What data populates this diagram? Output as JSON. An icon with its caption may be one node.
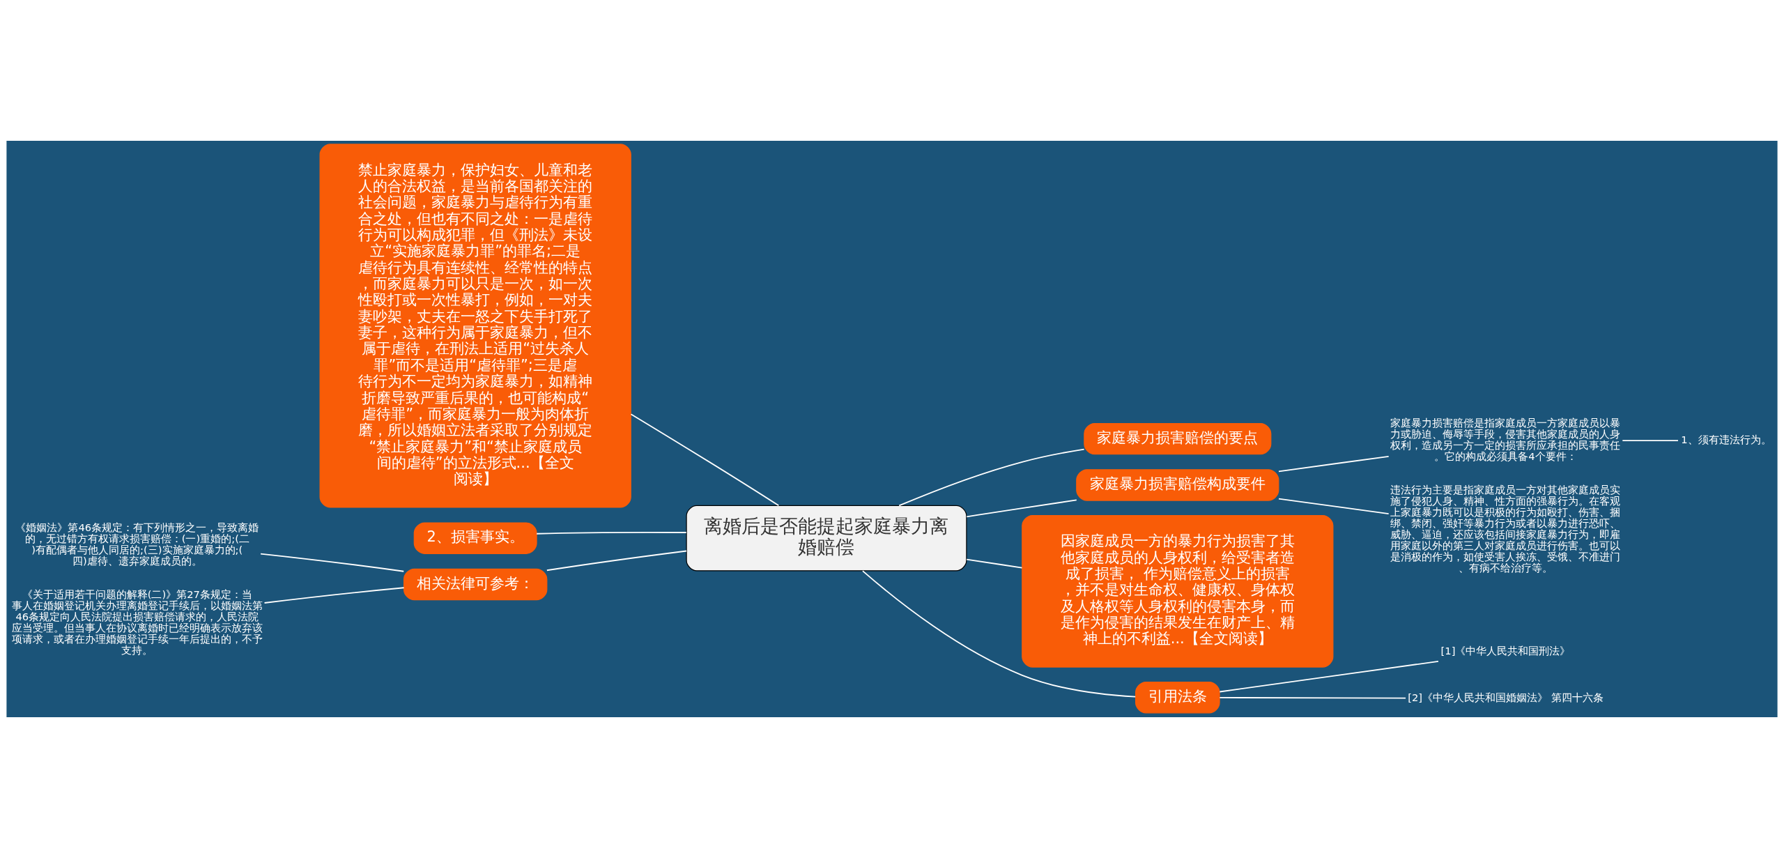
{
  "diagram": {
    "nodes": [
      {
        "text": [
          "离婚后是否能提起家庭暴力离婚赔偿"
        ]
      },
      {
        "text": [
          "禁止家庭暴力，保护妇女、儿童和老人的合法权益，是当前各国都关注的社会问题，家庭暴力与虐待行为有重合之处，但也有不同之处：一是虐待行为可以构成犯罪，但《刑法》未设立“实施家庭暴力罪”的罪名;二是虐待行为具有连续性、经常性的特点，而家庭暴力可以只是一次，如一次性殴打或一次性暴打，例如，一对夫妻吵架，丈夫在一怒之下失手打死了妻子，这种行为属于家庭暴力，但不属于虐待，在刑法上适用“过失杀人罪”而不是适用“虐待罪”;三是虐待行为不一定均为家庭暴力，如精神折磨导致严重后果的，也可能构成“虐待罪”，而家庭暴力一般为肉体折磨，所以婚姻立法者采取了分别规定“禁止家庭暴力”和“禁止家庭成员间的虐待”的立法形式...【全文阅读】"
        ]
      },
      {
        "text": [
          "2、损害事实。"
        ]
      },
      {
        "text": [
          "相关法律可参考："
        ]
      },
      {
        "text": [
          "《婚姻法》第46条规定：有下列情形之一，导致离婚的，无过错方有权请求损害赔偿：(一)重婚的;(二)有配偶者与他人同居的;(三)实施家庭暴力的;(四)虐待、遗弃家庭成员的。"
        ]
      },
      {
        "text": [
          "《关于适用若干问题的解释(二)》第27条规定：当事人在婚姻登记机关办理离婚登记手续后，以婚姻法第46条规定向人民法院提出损害赔偿请求的，人民法院应当受理。但当事人在协议离婚时已经明确表示放弃该项请求，或者在办理婚姻登记手续一年后提出的，不予支持。"
        ]
      },
      {
        "text": [
          "家庭暴力损害赔偿的要点"
        ]
      },
      {
        "text": [
          "家庭暴力损害赔偿构成要件"
        ]
      },
      {
        "text": [
          "家庭暴力损害赔偿是指家庭成员一方家庭成员以暴力或胁迫、侮辱等手段，侵害其他家庭成员的人身权利，造成另一方一定的损害所应承担的民事责任。它的构成必须具备4个要件："
        ]
      },
      {
        "text": [
          "违法行为主要是指家庭成员一方对其他家庭成员实施了侵犯人身、精神、性方面的强暴行为。在客观上家庭暴力既可以是积极的行为如殴打、伤害、捆绑、禁闭、强奸等暴力行为或者以暴力进行恐吓、威胁、逼迫，还应该包括间接家庭暴力行为，即雇用家庭以外的第三人对家庭成员进行伤害。也可以是消极的作为，如使受害人挨冻、受饿、不准进门、有病不给治疗等。"
        ]
      },
      {
        "text": [
          "1、须有违法行为。"
        ]
      },
      {
        "text": [
          "因家庭成员一方的暴力行为损害了其他家庭成员的人身权利，给受害者造成了损害， 作为赔偿意义上的损害，并不是对生命权、健康权、身体权及人格权等人身权利的侵害本身，而是作为侵害的结果发生在财产上、精神上的不利益...【全文阅读】"
        ]
      },
      {
        "text": [
          "引用法条"
        ]
      },
      {
        "text": [
          "[1]《中华人民共和国刑法》"
        ]
      },
      {
        "text": [
          "[2]《中华人民共和国婚姻法》 第四十六条"
        ]
      }
    ],
    "edges": [
      {
        "from": 0,
        "to": 1,
        "arrow": "none"
      },
      {
        "from": 0,
        "to": 2,
        "arrow": "none"
      },
      {
        "from": 0,
        "to": 3,
        "arrow": "none"
      },
      {
        "from": 3,
        "to": 4,
        "arrow": "none"
      },
      {
        "from": 3,
        "to": 5,
        "arrow": "none"
      },
      {
        "from": 0,
        "to": 6,
        "arrow": "none"
      },
      {
        "from": 0,
        "to": 7,
        "arrow": "none"
      },
      {
        "from": 7,
        "to": 8,
        "arrow": "none"
      },
      {
        "from": 7,
        "to": 9,
        "arrow": "none"
      },
      {
        "from": 8,
        "to": 10,
        "arrow": "none"
      },
      {
        "from": 0,
        "to": 11,
        "arrow": "none"
      },
      {
        "from": 0,
        "to": 12,
        "arrow": "none"
      },
      {
        "from": 12,
        "to": 13,
        "arrow": "none"
      },
      {
        "from": 12,
        "to": 14,
        "arrow": "none"
      }
    ]
  }
}
